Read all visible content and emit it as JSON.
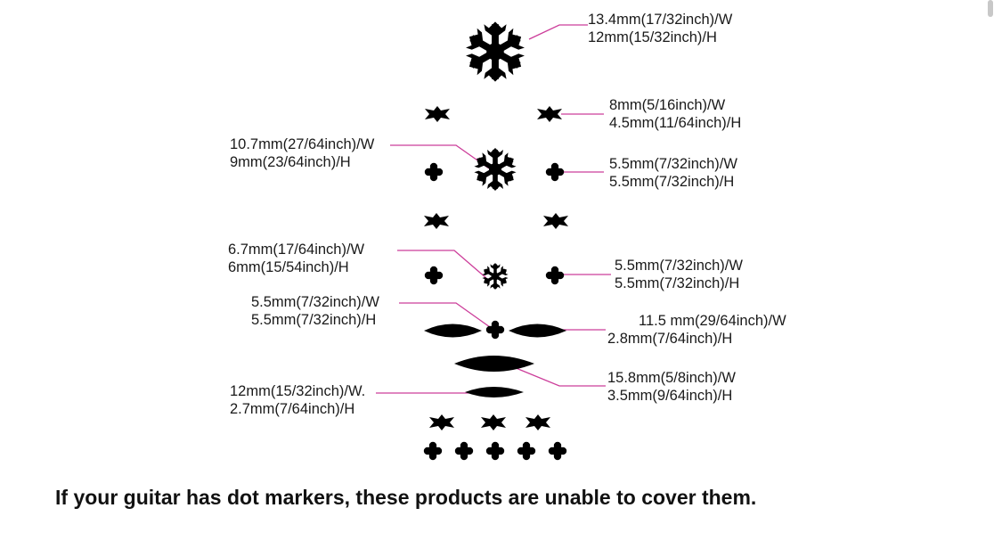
{
  "labels": [
    {
      "id": "snowflake-large",
      "w": "13.4mm(17/32inch)/W",
      "h": "12mm(15/32inch)/H"
    },
    {
      "id": "diamond-top",
      "w": "8mm(5/16inch)/W",
      "h": "4.5mm(11/64inch)/H"
    },
    {
      "id": "snowflake-medium",
      "w": "10.7mm(27/64inch)/W",
      "h": "9mm(23/64inch)/H"
    },
    {
      "id": "cross-upper",
      "w": "5.5mm(7/32inch)/W",
      "h": "5.5mm(7/32inch)/H"
    },
    {
      "id": "snowflake-small",
      "w": "6.7mm(17/64inch)/W",
      "h": "6mm(15/54inch)/H"
    },
    {
      "id": "cross-lower",
      "w": "5.5mm(7/32inch)/W",
      "h": "5.5mm(7/32inch)/H"
    },
    {
      "id": "cross-center",
      "w": "5.5mm(7/32inch)/W",
      "h": "5.5mm(7/32inch)/H"
    },
    {
      "id": "side-leaf",
      "w": "11.5 mm(29/64inch)/W",
      "h": "2.8mm(7/64inch)/H"
    },
    {
      "id": "leaf-wide",
      "w": "15.8mm(5/8inch)/W",
      "h": "3.5mm(9/64inch)/H"
    },
    {
      "id": "leaf-narrow",
      "w": "12mm(15/32inch)/W.",
      "h": "2.7mm(7/64inch)/H"
    }
  ],
  "footer": "If your guitar has dot markers, these products are unable to cover them.",
  "colors": {
    "leader": "#cc3d9a",
    "shape": "#000000",
    "text": "#1a1a1a"
  }
}
